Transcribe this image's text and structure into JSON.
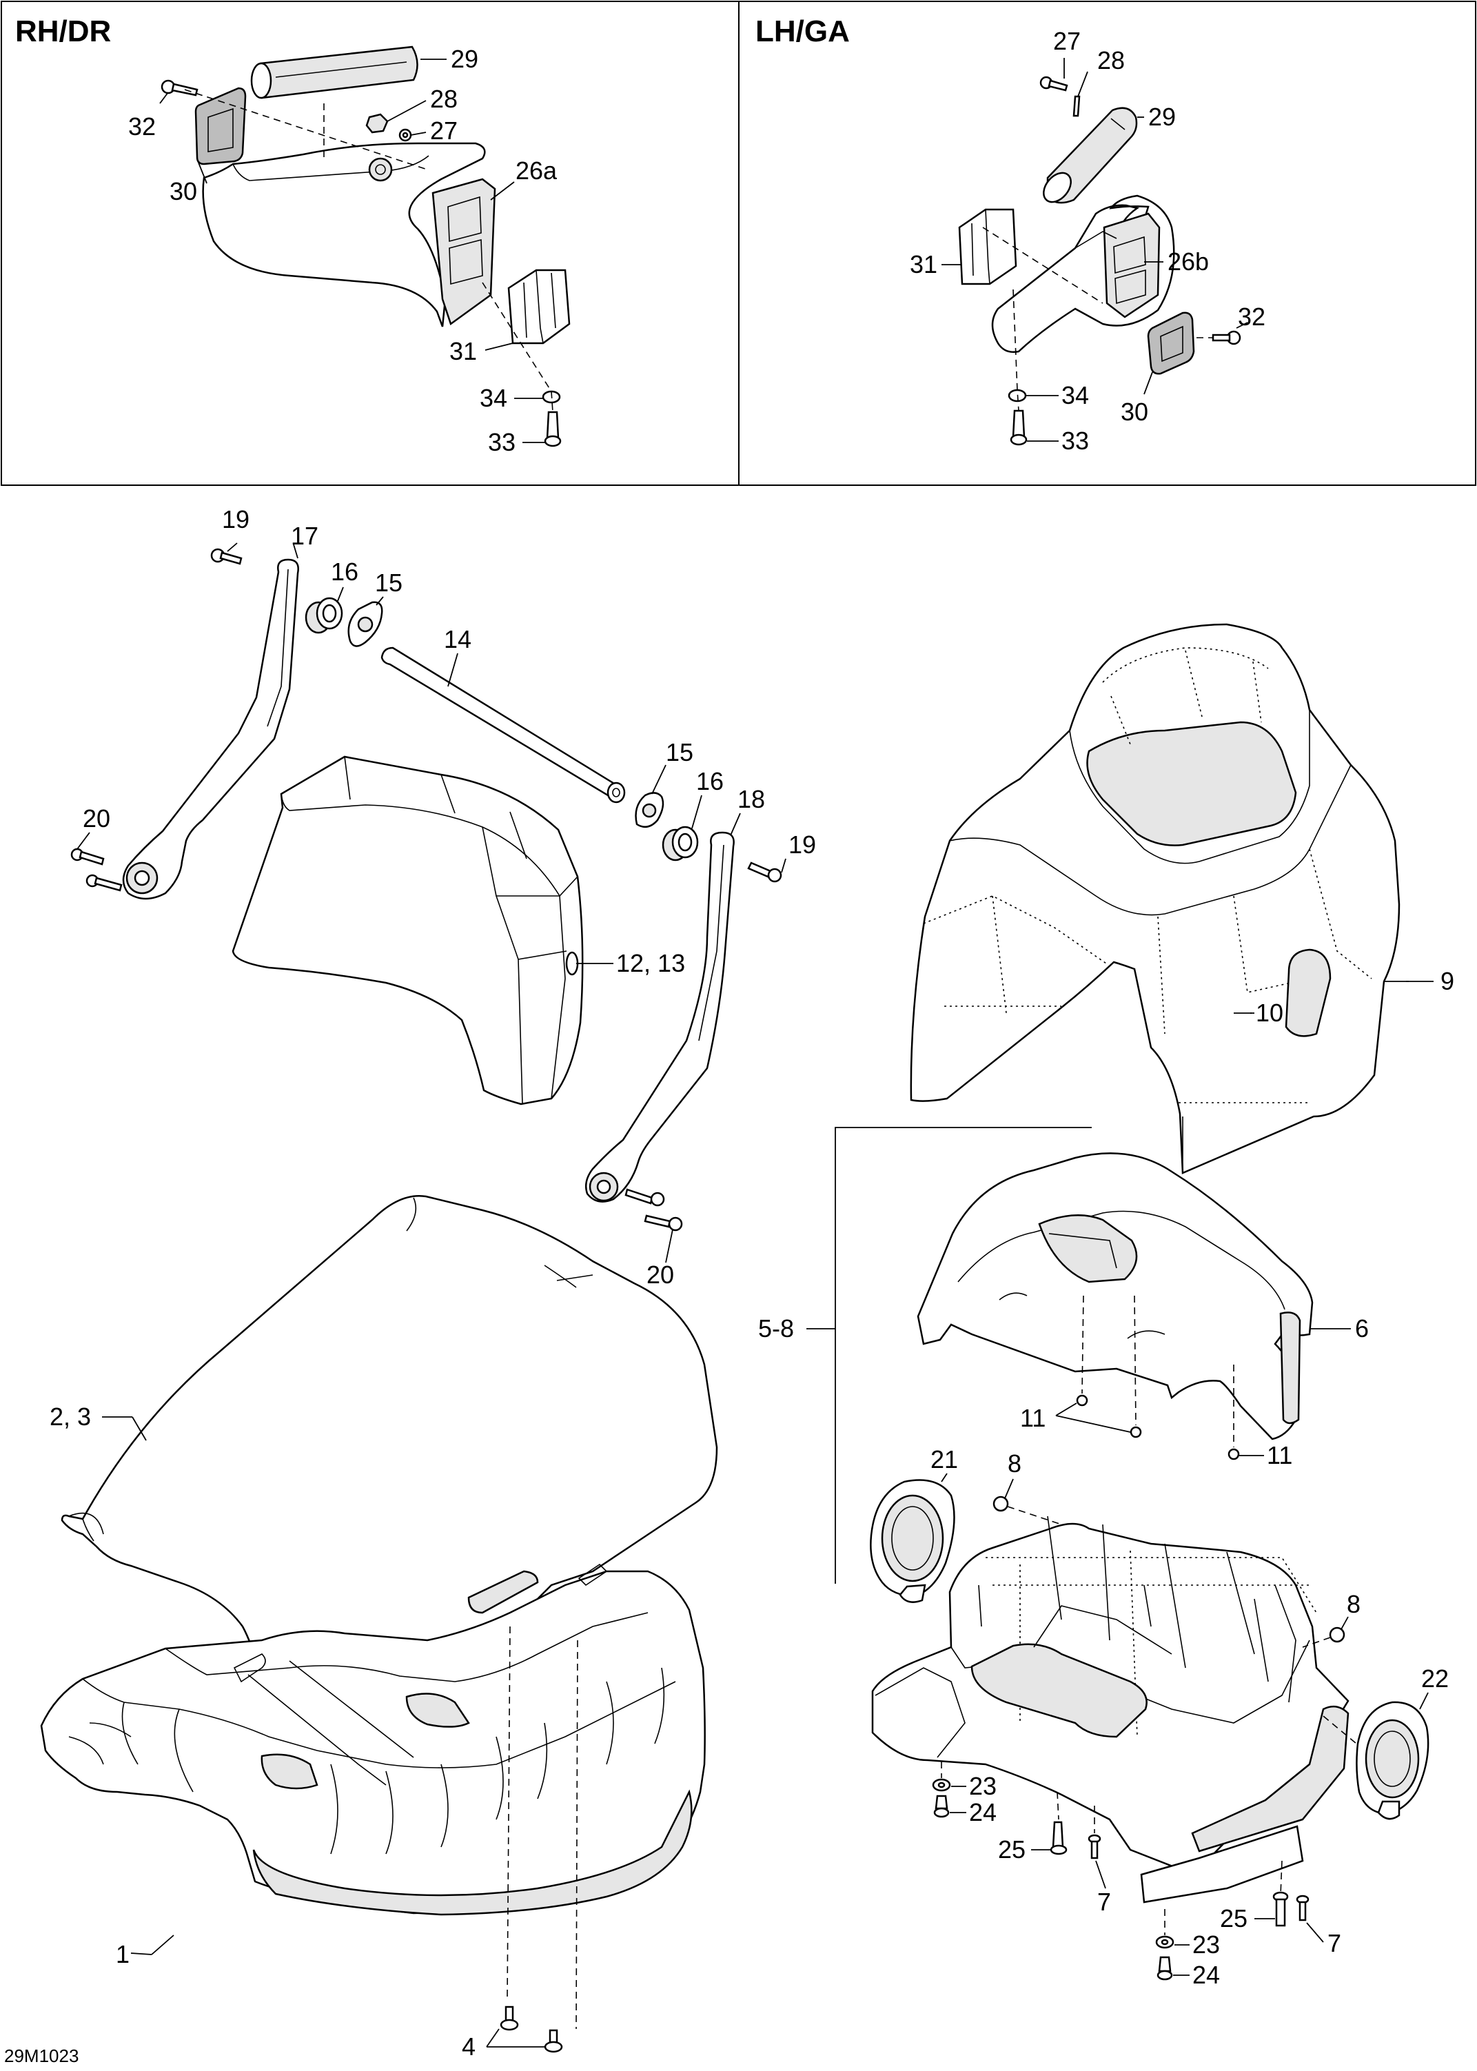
{
  "panels": {
    "right": {
      "title": "RH/DR"
    },
    "left": {
      "title": "LH/GA"
    }
  },
  "labels": {
    "r29": "29",
    "r32": "32",
    "r28": "28",
    "r27": "27",
    "r30": "30",
    "r26a": "26a",
    "r31": "31",
    "r34": "34",
    "r33": "33",
    "l27": "27",
    "l28": "28",
    "l29": "29",
    "l31": "31",
    "l26b": "26b",
    "l32": "32",
    "l34": "34",
    "l30": "30",
    "l33": "33",
    "m19a": "19",
    "m17": "17",
    "m16a": "16",
    "m15a": "15",
    "m14": "14",
    "m20a": "20",
    "m15b": "15",
    "m16b": "16",
    "m18": "18",
    "m19b": "19",
    "m12": "12, 13",
    "m20b": "20",
    "m9": "9",
    "m10": "10",
    "m58": "5-8",
    "m6": "6",
    "m11a": "11",
    "m11b": "11",
    "m21": "21",
    "m8a": "8",
    "m8b": "8",
    "m22": "22",
    "m23a": "23",
    "m24a": "24",
    "m25a": "25",
    "m7a": "7",
    "m25b": "25",
    "m7b": "7",
    "m23b": "23",
    "m24b": "24",
    "m23": "2, 3",
    "m1": "1",
    "m4": "4"
  },
  "drawing_code": "29M1023"
}
